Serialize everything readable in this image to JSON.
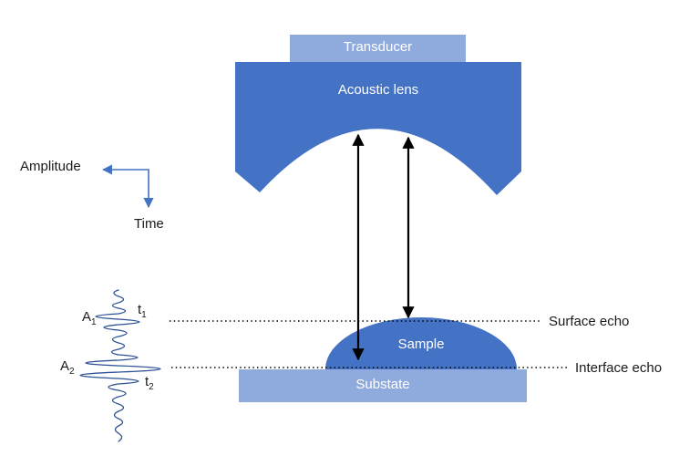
{
  "labels": {
    "transducer": "Transducer",
    "acoustic_lens": "Acoustic lens",
    "sample": "Sample",
    "substrate": "Substate",
    "surface_echo": "Surface echo",
    "interface_echo": "Interface echo",
    "amplitude": "Amplitude",
    "time": "Time"
  },
  "signals": {
    "a1": {
      "base": "A",
      "sub": "1"
    },
    "t1": {
      "base": "t",
      "sub": "1"
    },
    "a2": {
      "base": "A",
      "sub": "2"
    },
    "t2": {
      "base": "t",
      "sub": "2"
    }
  },
  "colors": {
    "primary_blue": "#4472C4",
    "light_blue": "#8FAADC",
    "waveform_blue": "#2E5395",
    "line_black": "#000000"
  }
}
